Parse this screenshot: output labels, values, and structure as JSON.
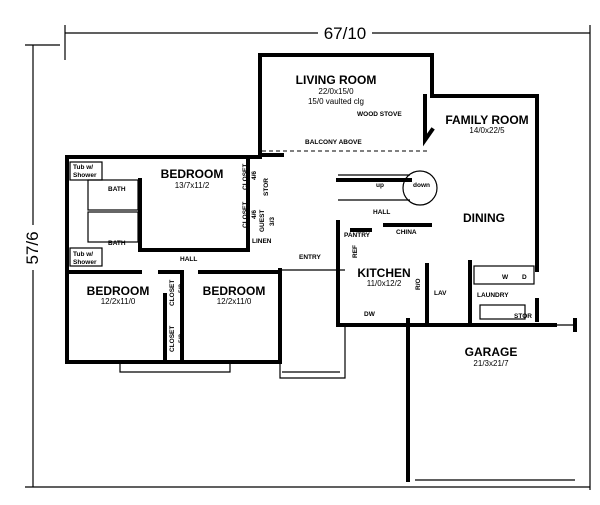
{
  "overall": {
    "width": "67/10",
    "depth": "57/6"
  },
  "rooms": {
    "living": {
      "name": "LIVING ROOM",
      "size": "22/0x15/0",
      "note": "15/0 vaulted clg"
    },
    "wood_stove": "WOOD STOVE",
    "balcony": "BALCONY ABOVE",
    "family": {
      "name": "FAMILY ROOM",
      "size": "14/0x22/5"
    },
    "dining": {
      "name": "DINING"
    },
    "kitchen": {
      "name": "KITCHEN",
      "size": "11/0x12/2"
    },
    "garage": {
      "name": "GARAGE",
      "size": "21/3x21/7"
    },
    "master": {
      "name": "BEDROOM",
      "size": "13/7x11/2"
    },
    "bed2": {
      "name": "BEDROOM",
      "size": "12/2x11/0"
    },
    "bed3": {
      "name": "BEDROOM",
      "size": "12/2x11/0"
    }
  },
  "labels": {
    "bath": "BATH",
    "tub": "Tub w/",
    "shower": "Shower",
    "hall": "HALL",
    "entry": "ENTRY",
    "closet": "CLOSET",
    "c46": "4/6",
    "c53": "5/3",
    "stor": "STOR",
    "guest": "GUEST",
    "c33": "3/3",
    "linen": "LINEN",
    "pantry": "PANTRY",
    "china": "CHINA",
    "ref": "REF",
    "ro": "R/O",
    "dw": "DW",
    "lav": "LAV",
    "laundry": "LAUNDRY",
    "w": "W",
    "d": "D",
    "up": "up",
    "down": "down"
  }
}
